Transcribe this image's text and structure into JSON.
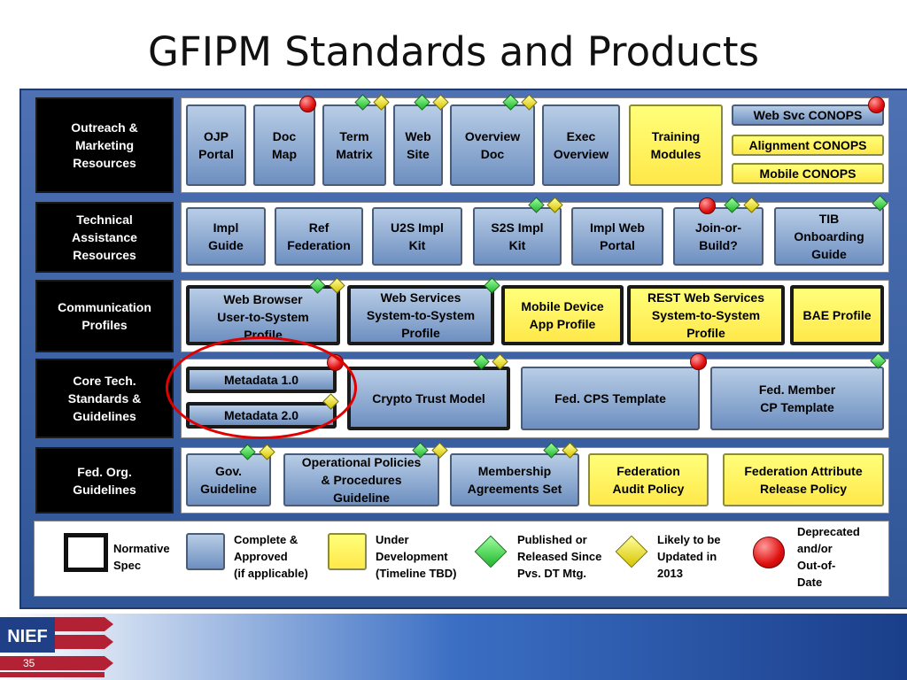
{
  "title": "GFIPM Standards and Products",
  "rows": {
    "outreach": "Outreach &\nMarketing\nResources",
    "technical": "Technical\nAssistance\nResources",
    "communication": "Communication\nProfiles",
    "core": "Core Tech.\nStandards &\nGuidelines",
    "fed": "Fed. Org.\nGuidelines"
  },
  "items": {
    "ojp_portal": "OJP\nPortal",
    "doc_map": "Doc\nMap",
    "term_matrix": "Term\nMatrix",
    "web_site": "Web\nSite",
    "overview_doc": "Overview\nDoc",
    "exec_overview": "Exec\nOverview",
    "training_modules": "Training\nModules",
    "web_svc_conops": "Web Svc CONOPS",
    "alignment_conops": "Alignment CONOPS",
    "mobile_conops": "Mobile CONOPS",
    "impl_guide": "Impl\nGuide",
    "ref_federation": "Ref\nFederation",
    "u2s_impl_kit": "U2S Impl\nKit",
    "s2s_impl_kit": "S2S Impl\nKit",
    "impl_web_portal": "Impl Web\nPortal",
    "join_or_build": "Join-or-\nBuild?",
    "tib_onboarding": "TIB\nOnboarding\nGuide",
    "web_browser_profile": "Web Browser\nUser-to-System\nProfile",
    "web_services_profile": "Web Services\nSystem-to-System\nProfile",
    "mobile_device_profile": "Mobile Device\nApp Profile",
    "rest_profile": "REST Web Services\nSystem-to-System\nProfile",
    "bae_profile": "BAE Profile",
    "metadata_1": "Metadata 1.0",
    "metadata_2": "Metadata 2.0",
    "crypto_trust": "Crypto Trust Model",
    "fed_cps": "Fed. CPS Template",
    "fed_member_cp": "Fed. Member\nCP Template",
    "gov_guideline": "Gov.\nGuideline",
    "op_policies": "Operational Policies\n& Procedures\nGuideline",
    "membership": "Membership\nAgreements Set",
    "audit_policy": "Federation\nAudit Policy",
    "attr_release": "Federation Attribute\nRelease Policy"
  },
  "legend": {
    "normative": "Normative\nSpec",
    "complete": "Complete &\nApproved\n(if applicable)",
    "under_dev": "Under\nDevelopment\n(Timeline TBD)",
    "published": "Published or\nReleased Since\nPvs. DT Mtg.",
    "likely": "Likely to be\nUpdated in\n2013",
    "deprecated": "Deprecated\nand/or\nOut-of-\nDate"
  },
  "footer": {
    "logo_text": "NIEF",
    "page_number": "35"
  },
  "colors": {
    "panel": "#2f5597",
    "blue_box": "#8fb0dc",
    "yellow_box": "#ffff66",
    "green_diamond": "#33cc33",
    "yellow_diamond": "#e6d800",
    "red_ball": "#e01010",
    "highlight_ellipse": "#e00000"
  },
  "icons": {
    "published": "green-diamond-icon",
    "likely_updated": "yellow-diamond-icon",
    "deprecated": "red-ball-icon"
  }
}
